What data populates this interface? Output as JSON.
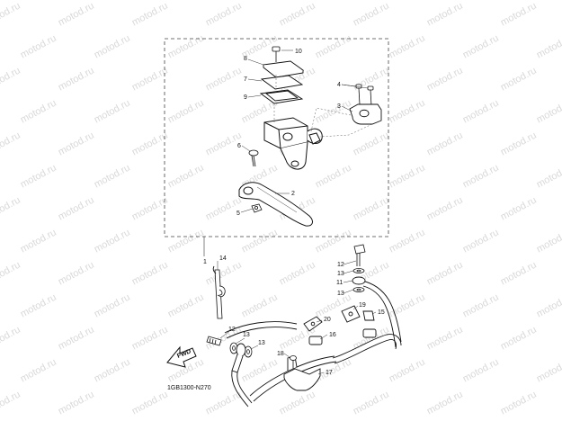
{
  "diagram": {
    "callouts": [
      "1",
      "2",
      "3",
      "4",
      "5",
      "6",
      "7",
      "8",
      "9",
      "10",
      "11",
      "12",
      "13",
      "14",
      "15",
      "16",
      "17",
      "18",
      "19",
      "20"
    ],
    "part_code": "1GB1300-N270",
    "fwd_label": "FWD",
    "watermark": "motod.ru"
  }
}
